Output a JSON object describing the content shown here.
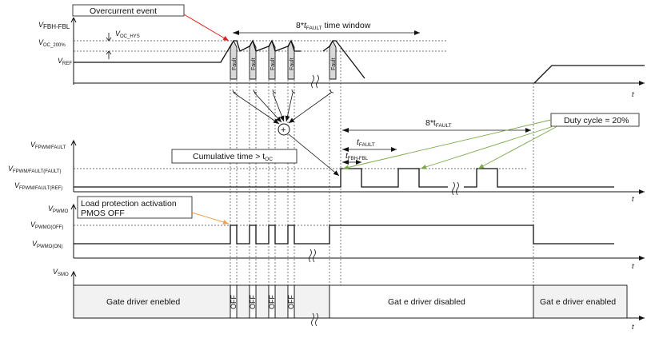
{
  "callouts": {
    "overcurrent_event": "Overcurrent event",
    "time_window_prefix": "8*",
    "time_window_t": "t",
    "time_window_sub": "FAULT",
    "time_window_suffix": " time window",
    "cumulative_time": "Cumulative time > t",
    "cumulative_time_sub": "OC",
    "duty_cycle": "Duty cycle = 20%",
    "load_protection_line1": "Load protection activation",
    "load_protection_line2": "PMOS OFF",
    "eight_t_fault": "8*t",
    "eight_t_fault_sub": "FAULT",
    "t_fault": "t",
    "t_fault_sub": "FAULT",
    "t_fbh_fbl": "t",
    "t_fbh_fbl_sub": "FBH-FBL"
  },
  "labels": {
    "v_fbh_fbl": "V",
    "v_fbh_fbl_sub": "FBH-FBL",
    "v_oc_200": "V",
    "v_oc_200_sub": "OC_200%",
    "v_ref": "V",
    "v_ref_sub": "REF",
    "v_oc_hys": "V",
    "v_oc_hys_sub": "OC_HYS",
    "v_fpwm_fault": "V",
    "v_fpwm_fault_sub": "FPWM/FAULT",
    "v_fpwm_fault_fault": "V",
    "v_fpwm_fault_fault_sub": "FPWM/FAULT(FAULT)",
    "v_fpwm_fault_ref": "V",
    "v_fpwm_fault_ref_sub": "FPWM/FAULT(REF)",
    "v_pwmo": "V",
    "v_pwmo_sub": "PWMO",
    "v_pwmo_off": "V",
    "v_pwmo_off_sub": "PWMO(OFF)",
    "v_pwmo_on": "V",
    "v_pwmo_on_sub": "PWMO(ON)",
    "v_smo": "V",
    "v_smo_sub": "SMO",
    "t_axis": "t",
    "fault": "Fault",
    "off": "OFF",
    "plus": "+"
  },
  "gate_states": {
    "enabled_left": "Gate driver enebled",
    "disabled": "Gat e driver disabled",
    "enabled_right": "Gat e driver enabled"
  },
  "fault_pulse_count": 5,
  "off_pulse_count": 4
}
